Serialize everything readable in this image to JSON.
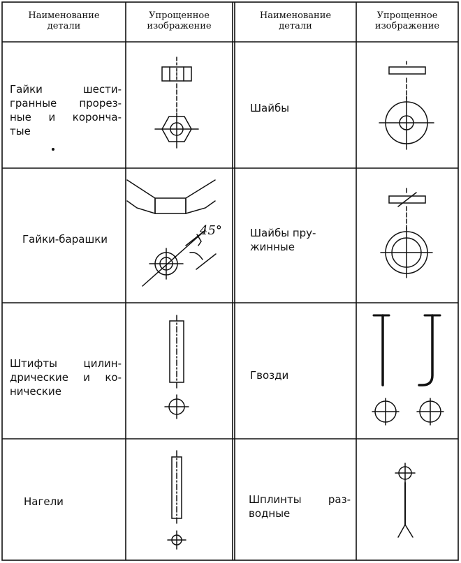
{
  "headers": {
    "col1": "Наименование\nдетали",
    "col2": "Упрощенное\nизображение",
    "col3": "Наименование\nдетали",
    "col4": "Упрощенное\nизображение"
  },
  "rows": [
    {
      "left_name": "Гайки шести-\nгранные прорез-\nные и корончa-\nтые",
      "right_name": "Шайбы"
    },
    {
      "left_name": "Гайки-барашки",
      "right_name": "Шайбы пру-\nжинные",
      "angle_label": "45°"
    },
    {
      "left_name": "Штифты цилин-\nдрические и ко-\nнические",
      "right_name": "Гвозди"
    },
    {
      "left_name": "Нагели",
      "right_name": "Шплинты раз-\nводные"
    }
  ]
}
